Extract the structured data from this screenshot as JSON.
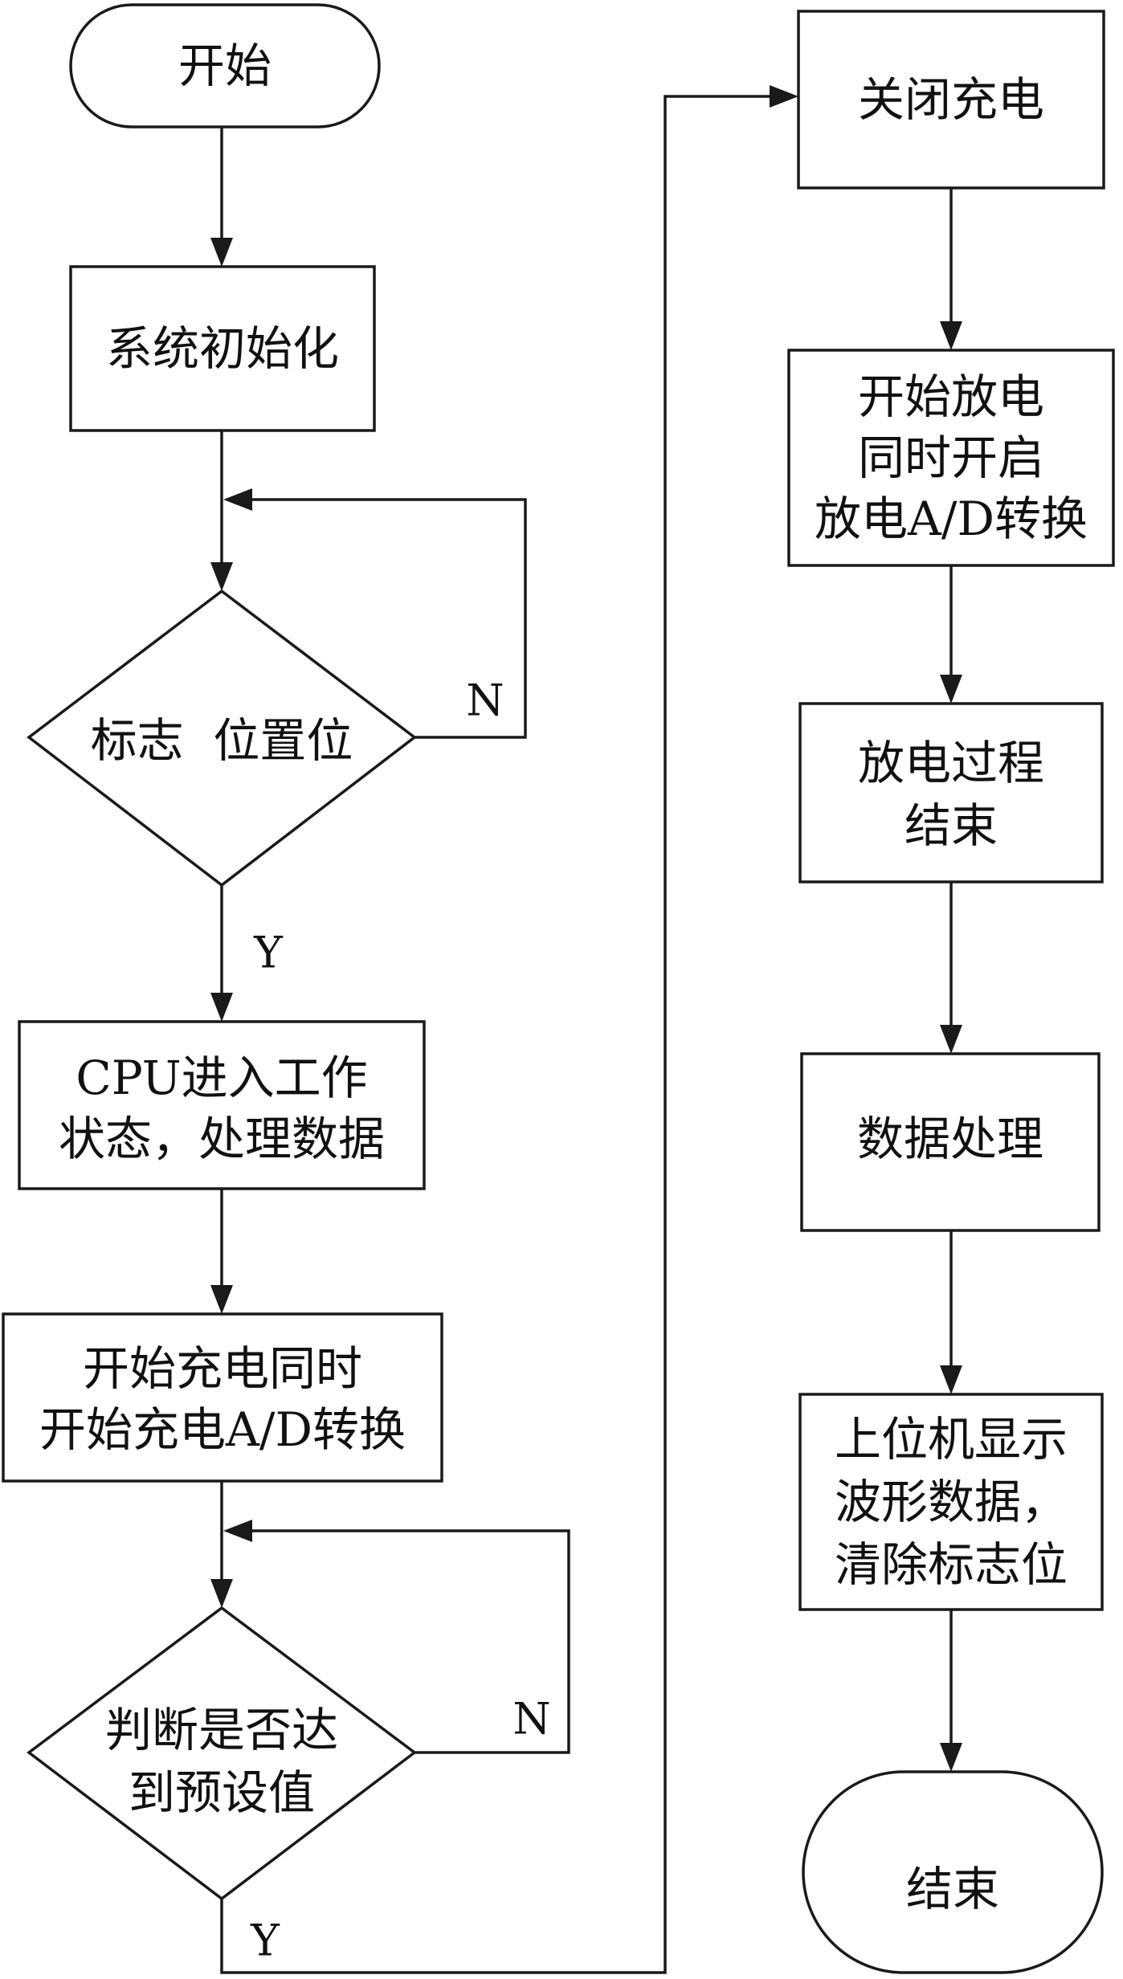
{
  "flowchart": {
    "start": "开始",
    "init": "系统初始化",
    "flag_check": "标志  位置位",
    "flag_check_no": "N",
    "flag_check_yes": "Y",
    "cpu_process": [
      "CPU进入工作",
      "状态，处理数据"
    ],
    "start_charge": [
      "开始充电同时",
      "开始充电A/D转换"
    ],
    "preset_check": [
      "判断是否达",
      "到预设值"
    ],
    "preset_check_no": "N",
    "preset_check_yes": "Y",
    "stop_charge": "关闭充电",
    "start_discharge": [
      "开始放电",
      "同时开启",
      "放电A/D转换"
    ],
    "discharge_end": [
      "放电过程",
      "结束"
    ],
    "data_process": "数据处理",
    "host_display": [
      "上位机显示",
      "波形数据，",
      "清除标志位"
    ],
    "end": "结束"
  }
}
